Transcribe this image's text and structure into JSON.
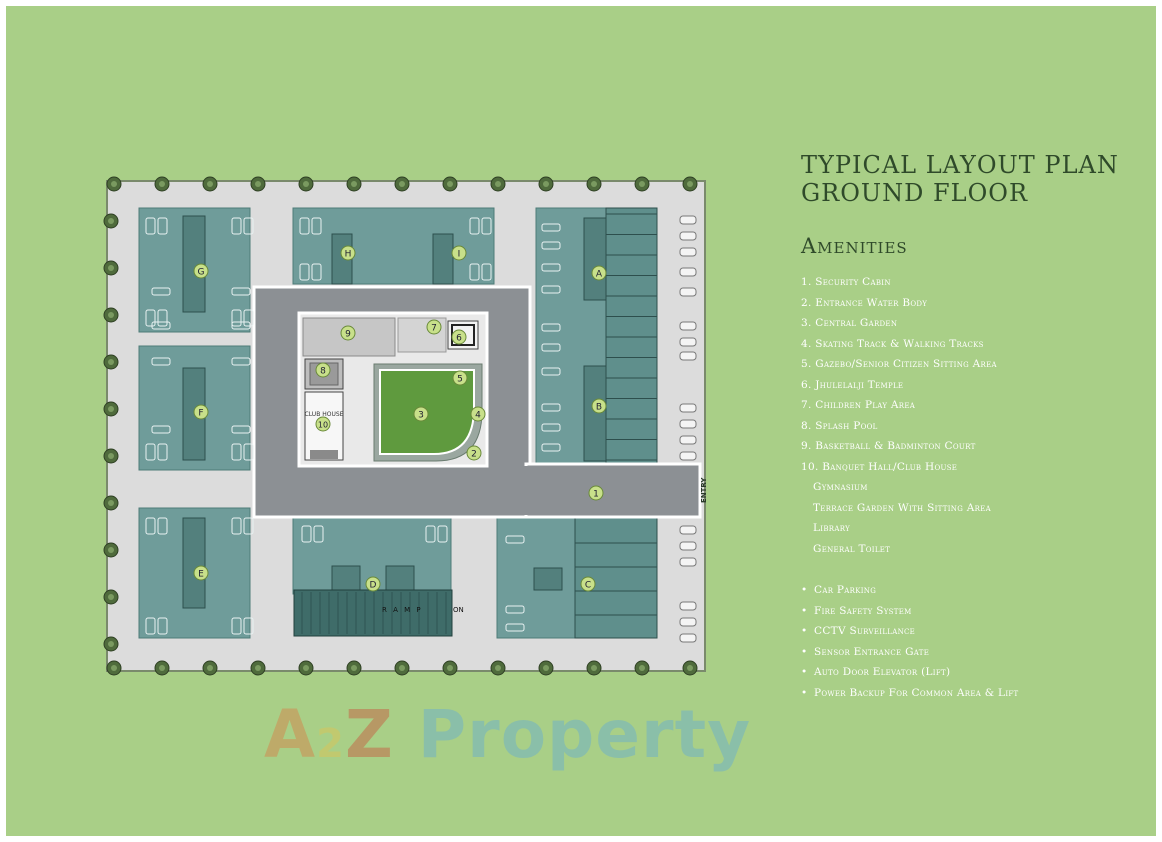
{
  "title": {
    "line1": "Typical Layout Plan",
    "line2": "Ground Floor"
  },
  "amenities_heading": "Amenities",
  "amenities": [
    "1. Security Cabin",
    "2. Entrance Water Body",
    "3. Central Garden",
    "4. Skating Track & Walking Tracks",
    "5. Gazebo/Senior Citizen Sitting Area",
    "6. Jhulelalji Temple",
    "7. Children Play Area",
    "8. Splash Pool",
    "9. Basketball & Badminton Court",
    "10. Banquet Hall/Club House"
  ],
  "clubhouse_items": [
    "Gymnasium",
    "Terrace Garden With Sitting Area",
    "Library",
    "General Toilet"
  ],
  "features": [
    "Car Parking",
    "Fire Safety System",
    "CCTV Surveillance",
    "Sensor Entrance Gate",
    "Auto Door Elevator (Lift)",
    "Power Backup For Common Area & Lift"
  ],
  "plan_labels": {
    "wings": {
      "a": "A",
      "b": "B",
      "c": "C",
      "d": "D",
      "e": "E",
      "f": "F",
      "g": "G",
      "h": "H",
      "i": "I"
    },
    "markers": {
      "m1": "1",
      "m2": "2",
      "m3": "3",
      "m4": "4",
      "m5": "5",
      "m6": "6",
      "m7": "7",
      "m8": "8",
      "m9": "9",
      "m10": "10"
    },
    "club_house": "CLUB HOUSE",
    "entry": "ENTRY",
    "ramp": "R A M P",
    "ramp_suffix": "ON"
  },
  "watermark": {
    "a": "A",
    "two": "2",
    "z": "Z",
    "property": "Property"
  },
  "colors": {
    "background": "#a9cf87",
    "site": "#dcdcdc",
    "parking": "#6f9c9a",
    "road": "#8c9094",
    "garden": "#5f9a3e",
    "title_text": "#2f4a2a",
    "marker": "#c8e08a"
  }
}
